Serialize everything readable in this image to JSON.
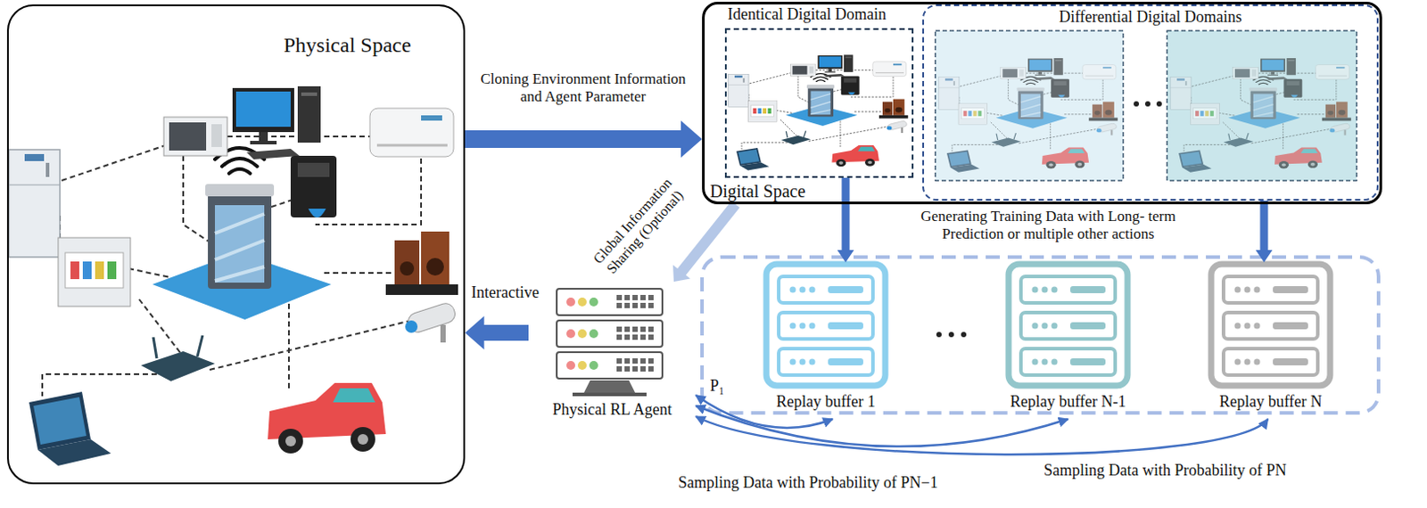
{
  "diagram": {
    "nodes": [
      {
        "text": [
          "Physical Space"
        ]
      },
      {
        "text": [
          "Digital Space"
        ]
      },
      {
        "text": [
          "Identical Digital Domain"
        ],
        "in": 1
      },
      {
        "text": [
          "Differential Digital Domains"
        ],
        "in": 1
      },
      {
        "text": [
          "Physical RL Agent"
        ]
      },
      {
        "text": [
          "Replay buffer 1"
        ]
      },
      {
        "text": [
          "Replay buffer N-1"
        ]
      },
      {
        "text": [
          "Replay buffer N"
        ]
      }
    ],
    "edges": [
      {
        "from": 0,
        "to": 1,
        "arrow": "to",
        "label": "Cloning Environment Information and Agent Parameter"
      },
      {
        "from": 1,
        "to": 4,
        "arrow": "to",
        "label": "Global Information Sharing (Optional)"
      },
      {
        "from": 4,
        "to": 0,
        "arrow": "to",
        "label": "Interactive"
      },
      {
        "from": 2,
        "to": 5,
        "arrow": "to"
      },
      {
        "from": 3,
        "to": 7,
        "arrow": "to"
      },
      {
        "from": 4,
        "to": 5,
        "arrow": "both",
        "label": "P₁"
      },
      {
        "from": 4,
        "to": 6,
        "arrow": "both",
        "label": "Sampling Data with Probability of PN−1"
      },
      {
        "from": 4,
        "to": 7,
        "arrow": "both",
        "label": "Sampling Data with Probability of PN"
      }
    ],
    "labels": [
      "Generating Training Data with Long- term Prediction or multiple other actions"
    ]
  }
}
